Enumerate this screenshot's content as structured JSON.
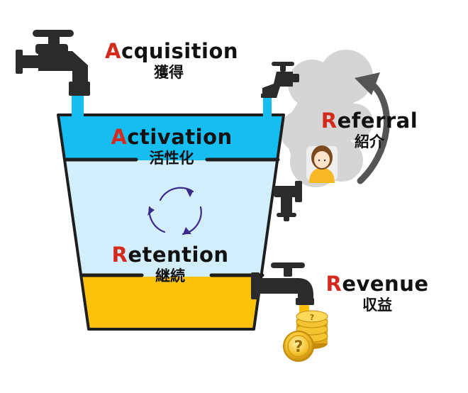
{
  "stages": {
    "acquisition": {
      "initial": "A",
      "rest": "cquisition",
      "jp": "獲得"
    },
    "activation": {
      "initial": "A",
      "rest": "ctivation",
      "jp": "活性化"
    },
    "retention": {
      "initial": "R",
      "rest": "etention",
      "jp": "継続"
    },
    "referral": {
      "initial": "R",
      "rest": "eferral",
      "jp": "紹介"
    },
    "revenue": {
      "initial": "R",
      "rest": "evenue",
      "jp": "収益"
    }
  },
  "icons": [
    "faucet-icon",
    "cycle-arrows-icon",
    "person-icon",
    "coin-stack-icon",
    "curved-arrow-icon",
    "cloud-icon"
  ],
  "colors": {
    "initial_letter": "#d42a1c",
    "activation_water": "#16bdf0",
    "retention_water": "#d3eefb",
    "revenue_water": "#fcc20a",
    "faucet": "#2b2b2b",
    "cloud": "#d5d5d5",
    "arrow": "#555555",
    "cycle_arrows": "#3a2a8a"
  }
}
